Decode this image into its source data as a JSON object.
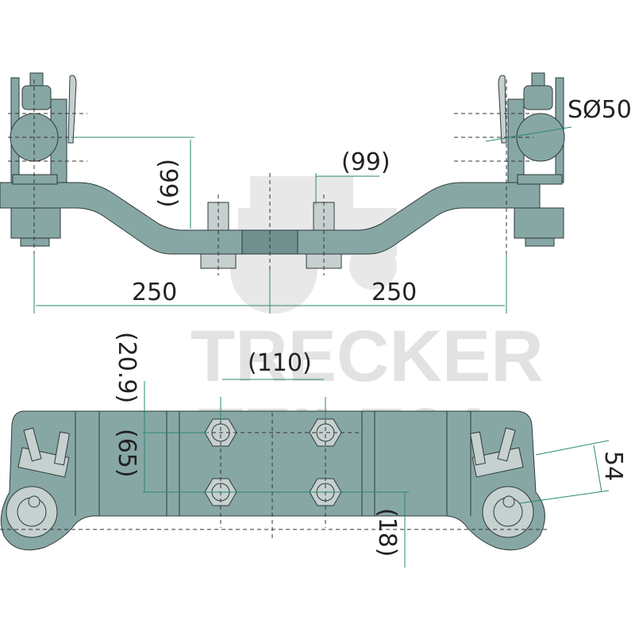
{
  "drawing": {
    "top_view": {
      "ball_label": "SØ50",
      "height_left": "(99)",
      "offset_right": "(99)",
      "span_left": "250",
      "span_right": "250"
    },
    "bottom_view": {
      "bolt_spacing": "(110)",
      "edge_offset": "(20.9)",
      "bolt_row_spacing": "(65)",
      "lower_offset": "(18)",
      "pin_spacing": "54"
    }
  },
  "watermark": {
    "line1": "TRECKER",
    "line2": "TEILE24"
  },
  "colors": {
    "part": "#87a7a5",
    "dimension": "#2a8a6a",
    "outline": "#2e3a3a"
  }
}
